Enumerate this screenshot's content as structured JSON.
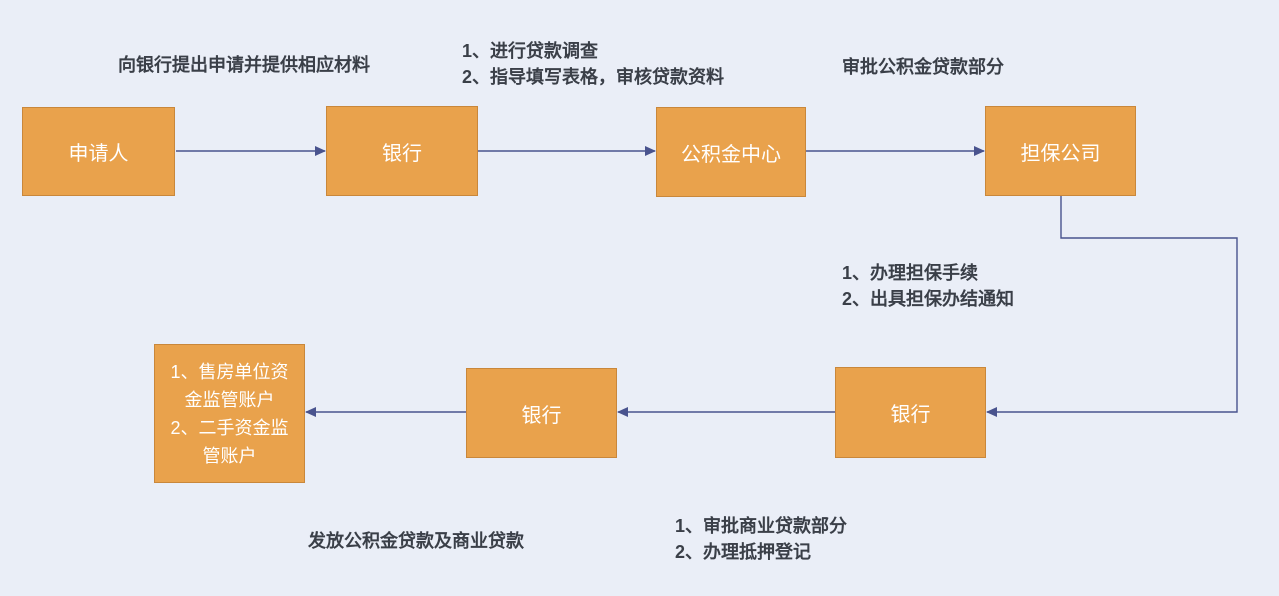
{
  "colors": {
    "background": "#EAEEF7",
    "node_fill": "#E9A24C",
    "node_border": "#C9873B",
    "node_text": "#FFFFFF",
    "edge": "#49538E",
    "annotation_text": "#3A3F48"
  },
  "nodes": {
    "applicant": {
      "label": "申请人"
    },
    "bank_top": {
      "label": "银行"
    },
    "fund_center": {
      "label": "公积金中心"
    },
    "guarantee_company": {
      "label": "担保公司"
    },
    "bank_right": {
      "label": "银行"
    },
    "bank_middle": {
      "label": "银行"
    },
    "supervision_accounts": {
      "label": "1、售房单位资\n金监管账户\n2、二手资金监\n管账户"
    }
  },
  "annotations": {
    "apply": {
      "text": "向银行提出申请并提供相应材料"
    },
    "loan_survey": {
      "text": "1、进行贷款调查\n2、指导填写表格，审核贷款资料"
    },
    "approve_fund": {
      "text": "审批公积金贷款部分"
    },
    "guarantee_steps": {
      "text": "1、办理担保手续\n2、出具担保办结通知"
    },
    "disburse": {
      "text": "发放公积金贷款及商业贷款"
    },
    "commercial": {
      "text": "1、审批商业贷款部分\n2、办理抵押登记"
    }
  }
}
